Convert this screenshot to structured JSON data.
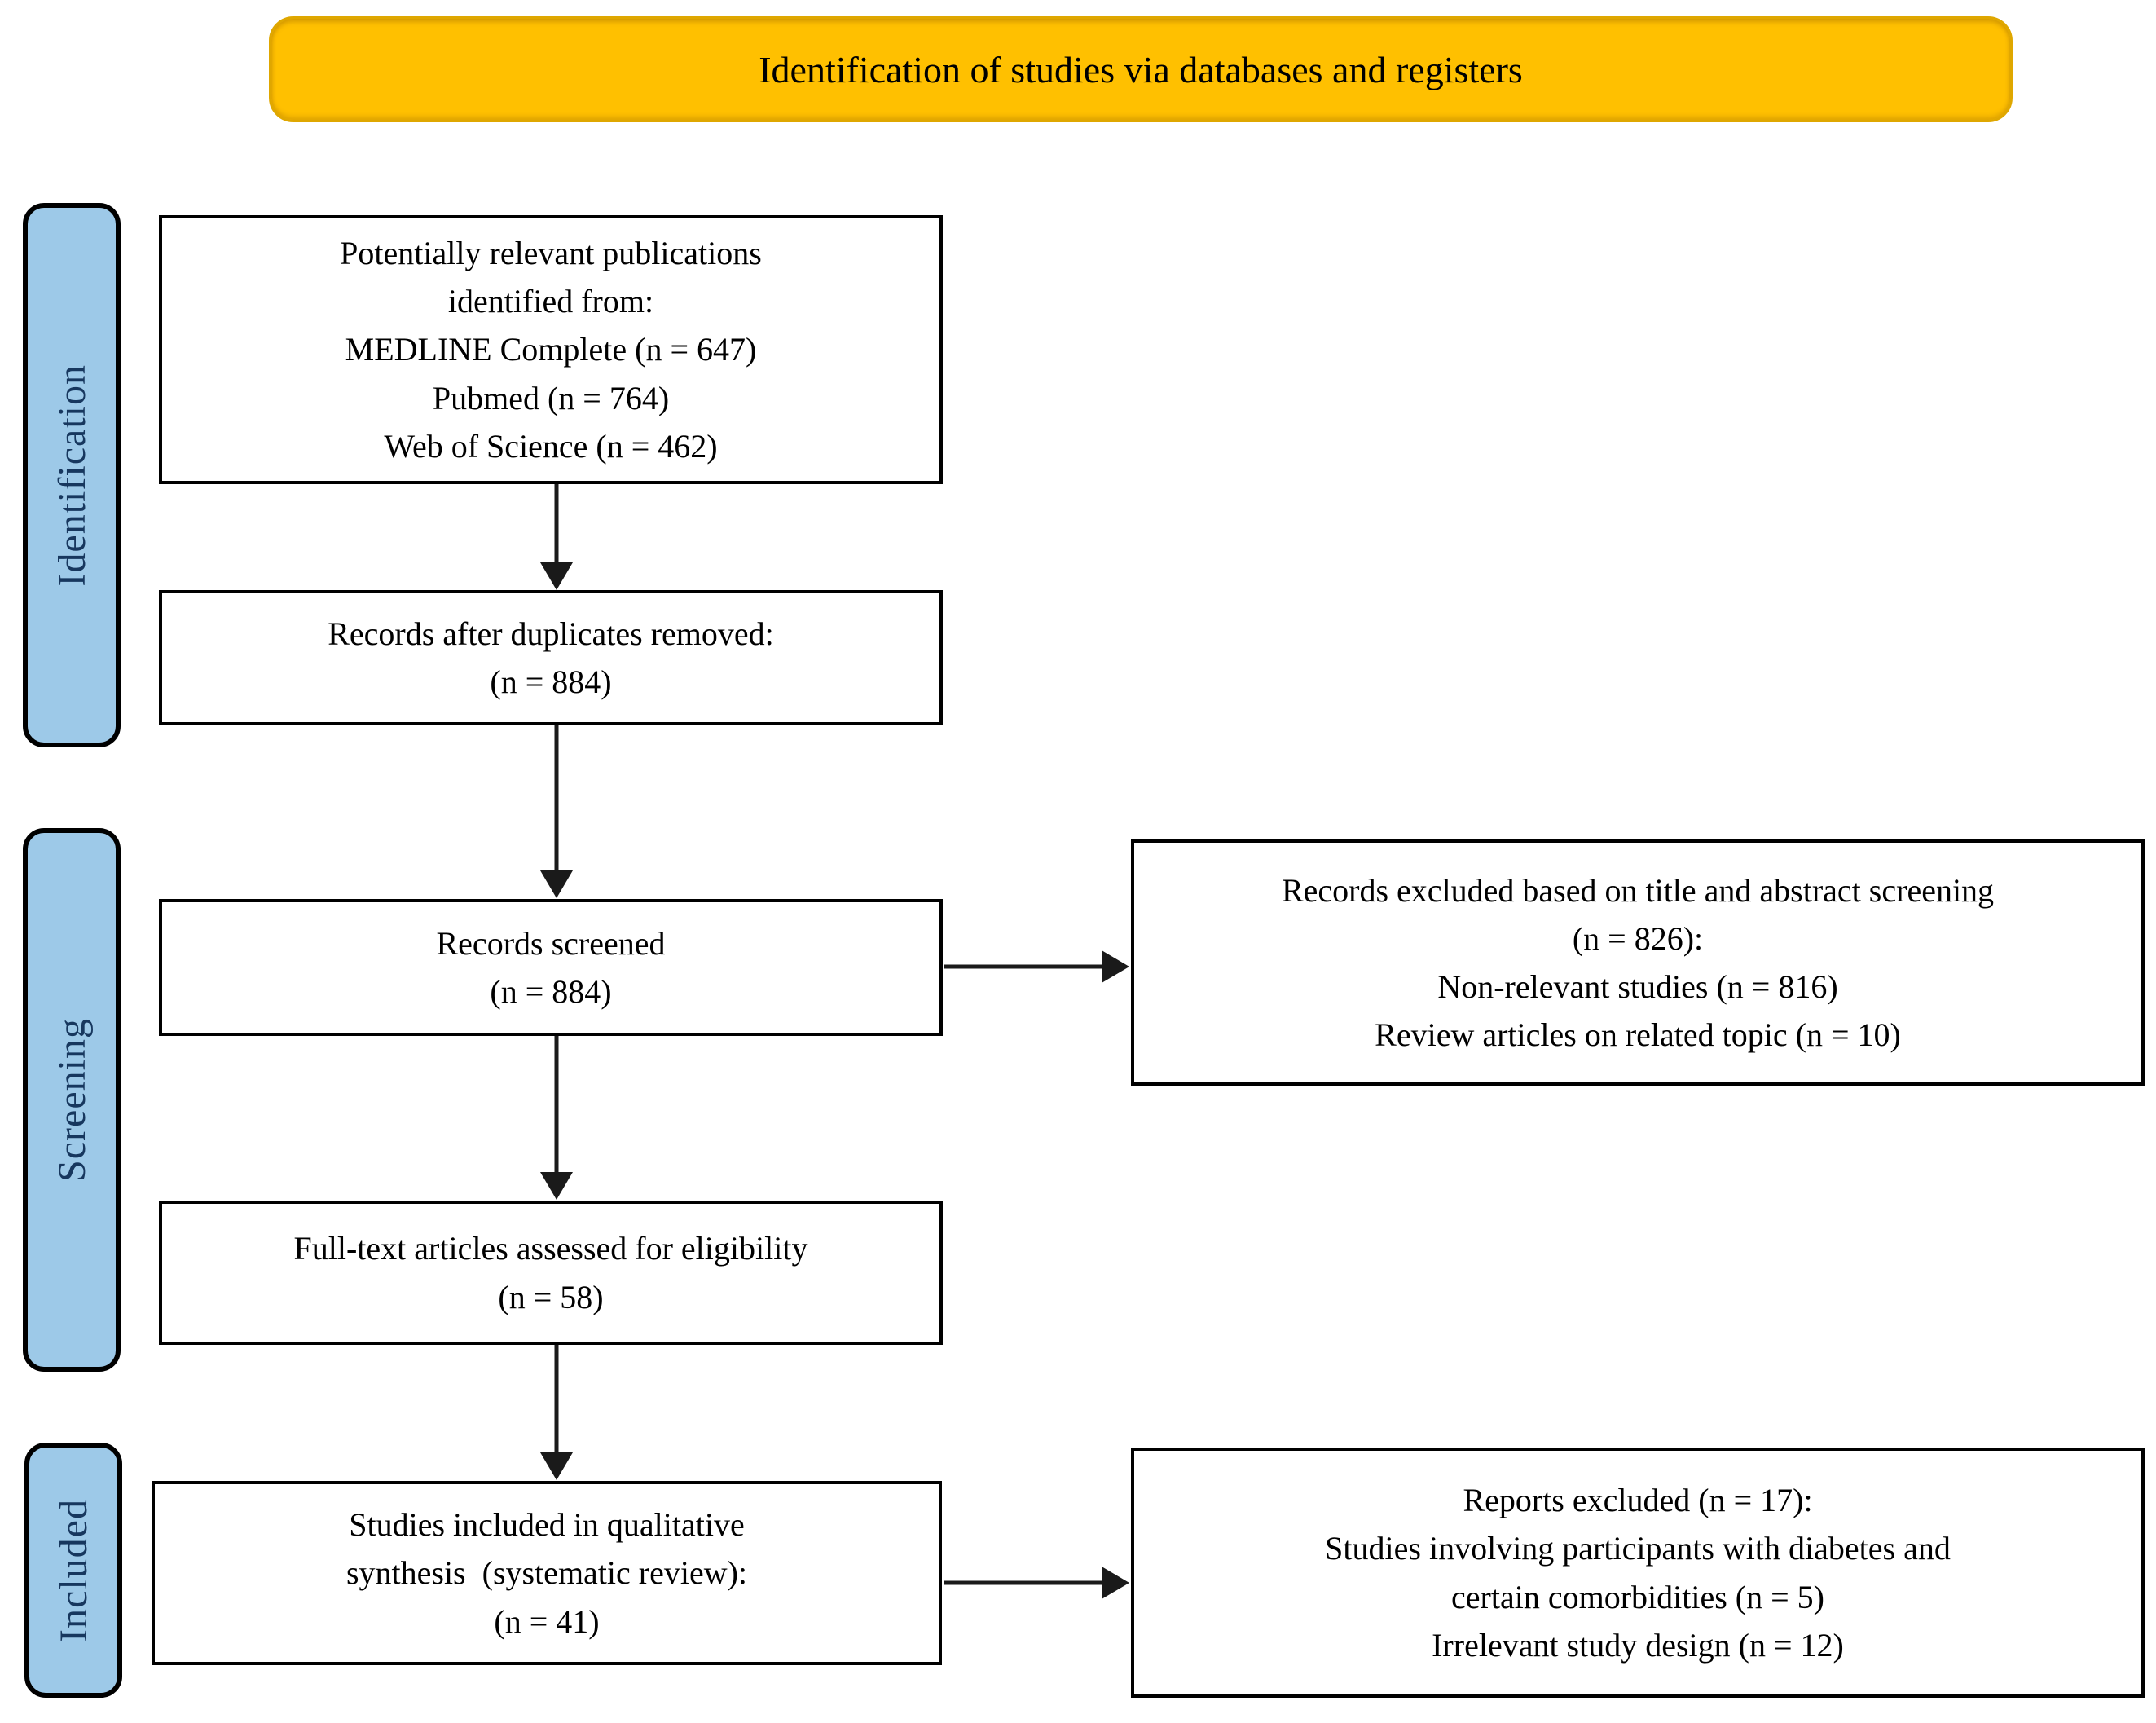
{
  "header": {
    "title": "Identification of studies via databases and registers"
  },
  "stages": [
    {
      "label": "Identification"
    },
    {
      "label": "Screening"
    },
    {
      "label": "Included"
    }
  ],
  "boxes": {
    "sources": {
      "text": "Potentially relevant publications\nidentified from:\nMEDLINE Complete (n = 647)\nPubmed (n = 764)\nWeb of Science (n = 462)"
    },
    "duplicates_removed": {
      "text": "Records after duplicates removed:\n(n = 884)"
    },
    "records_screened": {
      "text": "Records screened\n(n = 884)"
    },
    "fulltext_assessed": {
      "text": "Full-text articles assessed for eligibility\n(n = 58)"
    },
    "included_synthesis": {
      "text": "Studies included in qualitative\nsynthesis  (systematic review):\n(n = 41)"
    },
    "excluded_screening": {
      "text": "Records excluded based on title and abstract screening\n(n = 826):\nNon-relevant studies (n = 816)\nReview articles on related topic (n = 10)"
    },
    "excluded_reports": {
      "text": "Reports excluded (n = 17):\nStudies involving participants with diabetes and\ncertain comorbidities (n = 5)\nIrrelevant study design (n = 12)"
    }
  },
  "colors": {
    "banner-bg": "#FFC000",
    "banner-border": "#DFA700",
    "stage-bg": "#9DC9E8",
    "stage-text": "#17375E",
    "box-border": "#000000",
    "arrow": "#1A1A1A",
    "text": "#000000"
  }
}
